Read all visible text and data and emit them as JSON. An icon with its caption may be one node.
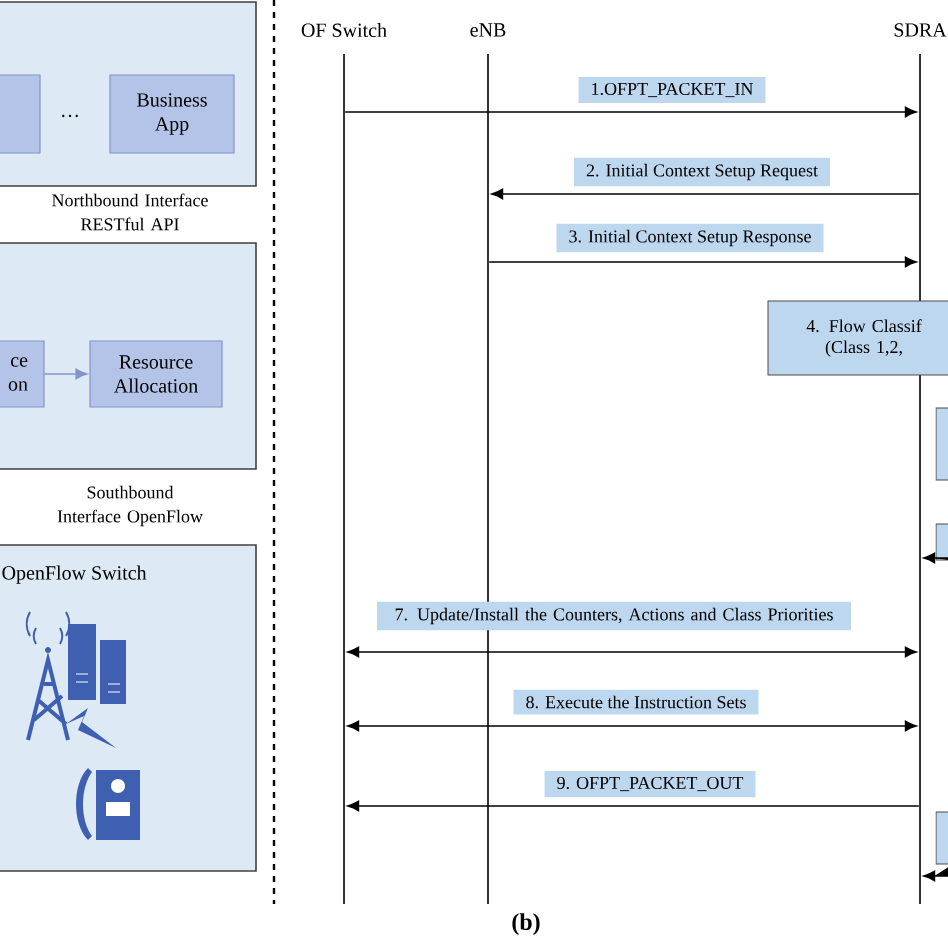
{
  "diagram": {
    "nodes": [
      {
        "text": [],
        "shape": "box"
      },
      {
        "text": [],
        "shape": "box",
        "in": 0
      },
      {
        "text": [
          "Business App"
        ],
        "in": 0
      },
      {
        "text": [],
        "shape": "box"
      },
      {
        "text": [
          "ce on"
        ],
        "in": 3
      },
      {
        "text": [
          "Resource Allocation"
        ],
        "in": 3
      },
      {
        "text": [
          "OpenFlow Switch"
        ]
      },
      {
        "text": [],
        "shape": "line",
        "beside": [
          "OF Switch"
        ]
      },
      {
        "text": [],
        "shape": "line",
        "beside": [
          "eNB"
        ]
      },
      {
        "text": [],
        "shape": "line",
        "beside": [
          "SDRA"
        ]
      },
      {
        "text": [
          "4. Flow Classif (Class 1,2,"
        ]
      },
      {
        "text": [],
        "shape": "box"
      },
      {
        "text": [],
        "shape": "box"
      },
      {
        "text": [],
        "shape": "box"
      }
    ],
    "edges": [
      {
        "from": 4,
        "to": 5,
        "arrow": "to",
        "color": "#8494c8"
      },
      {
        "from": 7,
        "to": 9,
        "arrow": "to",
        "label": "1.OFPT_PACKET_IN"
      },
      {
        "from": 9,
        "to": 8,
        "arrow": "to",
        "label": "2. Initial Context Setup Request"
      },
      {
        "from": 8,
        "to": 9,
        "arrow": "to",
        "label": "3. Initial Context Setup Response"
      },
      {
        "from": 12,
        "to": 9,
        "arrow": "to"
      },
      {
        "from": 7,
        "to": 9,
        "arrow": "both",
        "label": "7. Update/Install the Counters, Actions and Class Priorities"
      },
      {
        "from": 7,
        "to": 9,
        "arrow": "both",
        "label": "8. Execute the Instruction Sets"
      },
      {
        "from": 9,
        "to": 7,
        "arrow": "to",
        "label": "9. OFPT_PACKET_OUT"
      },
      {
        "from": 13,
        "to": 9,
        "arrow": "to"
      }
    ],
    "labels": [
      "…",
      "Northbound Interface RESTful API",
      "Southbound Interface OpenFlow",
      "(b)"
    ]
  }
}
